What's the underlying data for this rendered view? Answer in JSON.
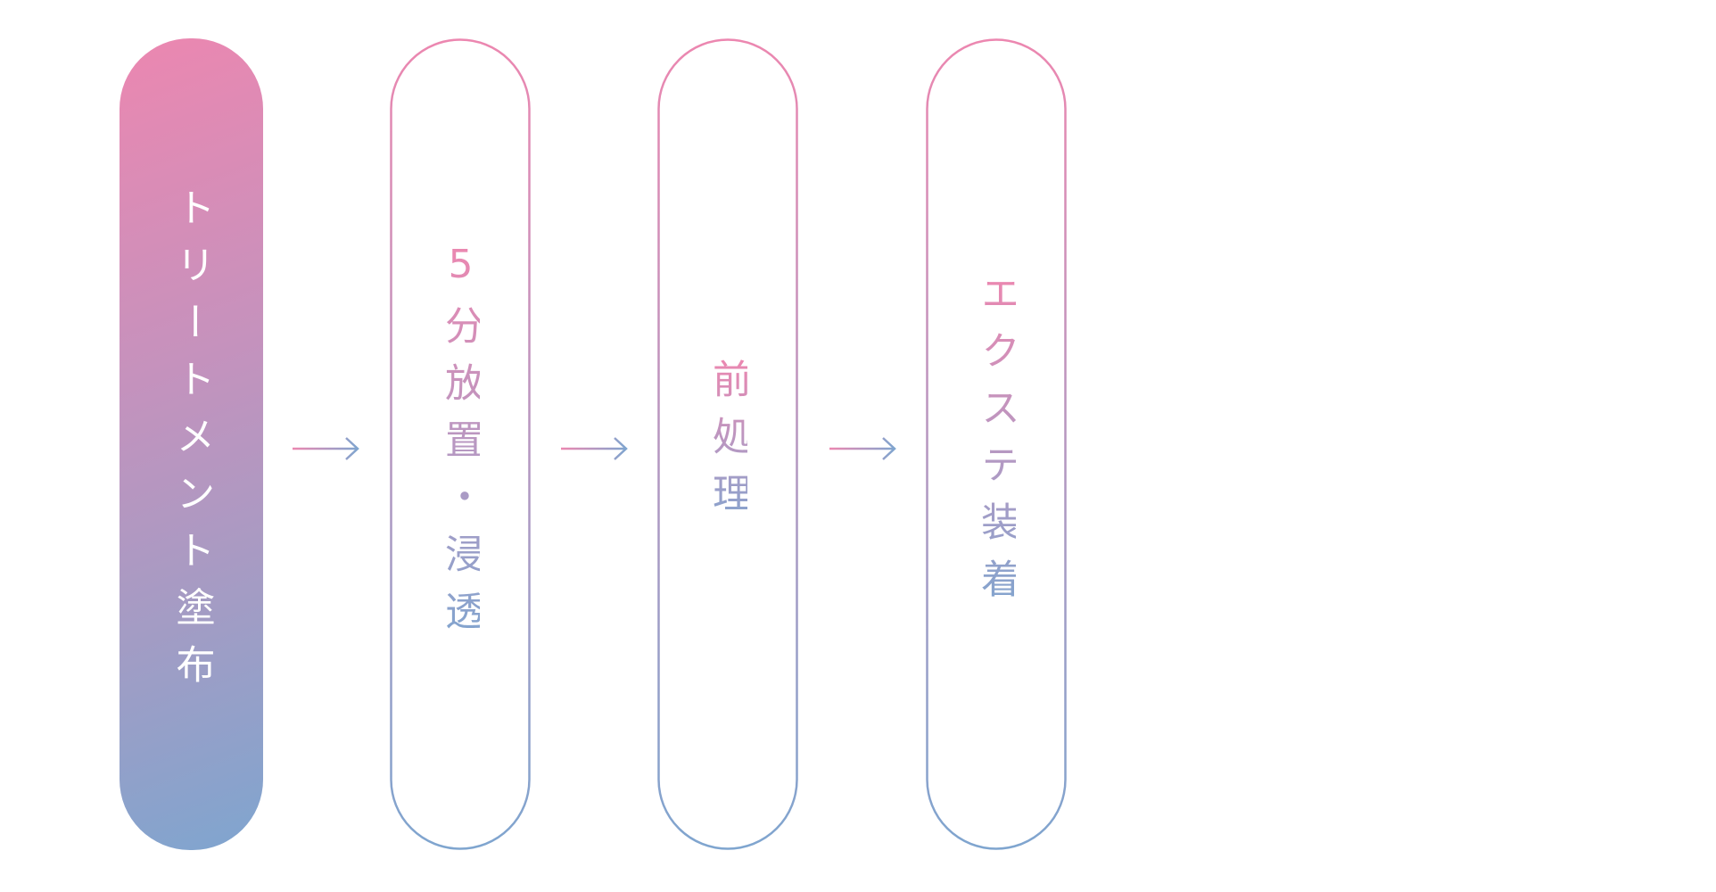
{
  "steps": [
    {
      "label": "トリートメント塗布",
      "active": true
    },
    {
      "label": "5分放置・浸透",
      "active": false
    },
    {
      "label": "前処理",
      "active": false
    },
    {
      "label": "エクステ装着",
      "active": false
    }
  ],
  "colors": {
    "gradient_start": "#ec87b0",
    "gradient_end": "#7fa5cf"
  }
}
